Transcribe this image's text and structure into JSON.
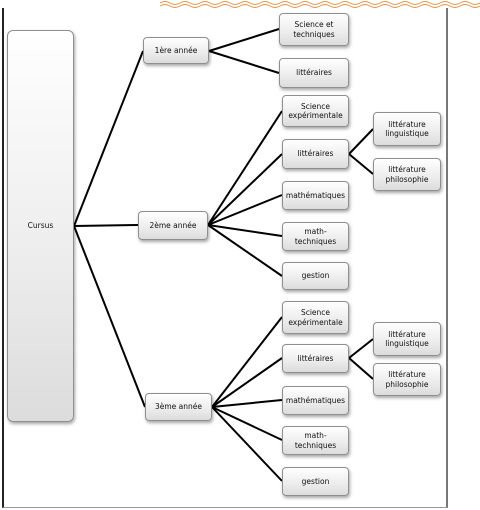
{
  "root": {
    "label": "Cursus"
  },
  "years": [
    {
      "label": "1ère année",
      "branches": [
        {
          "label": "Science et\ntechniques"
        },
        {
          "label": "littéraires"
        }
      ]
    },
    {
      "label": "2ème année",
      "branches": [
        {
          "label": "Science\nexpérimentale"
        },
        {
          "label": "littéraires",
          "subs": [
            "littérature\nlinguistique",
            "littérature\nphilosophie"
          ]
        },
        {
          "label": "mathématiques"
        },
        {
          "label": "math-techniques"
        },
        {
          "label": "gestion"
        }
      ]
    },
    {
      "label": "3ème année",
      "branches": [
        {
          "label": "Science\nexpérimentale"
        },
        {
          "label": "littéraires",
          "subs": [
            "littérature\nlinguistique",
            "littérature\nphilosophie"
          ]
        },
        {
          "label": "mathématiques"
        },
        {
          "label": "math-techniques"
        },
        {
          "label": "gestion"
        }
      ]
    }
  ],
  "colors": {
    "wave": "#e8944a",
    "line": "#000000",
    "node_border": "#8f8f8f"
  }
}
